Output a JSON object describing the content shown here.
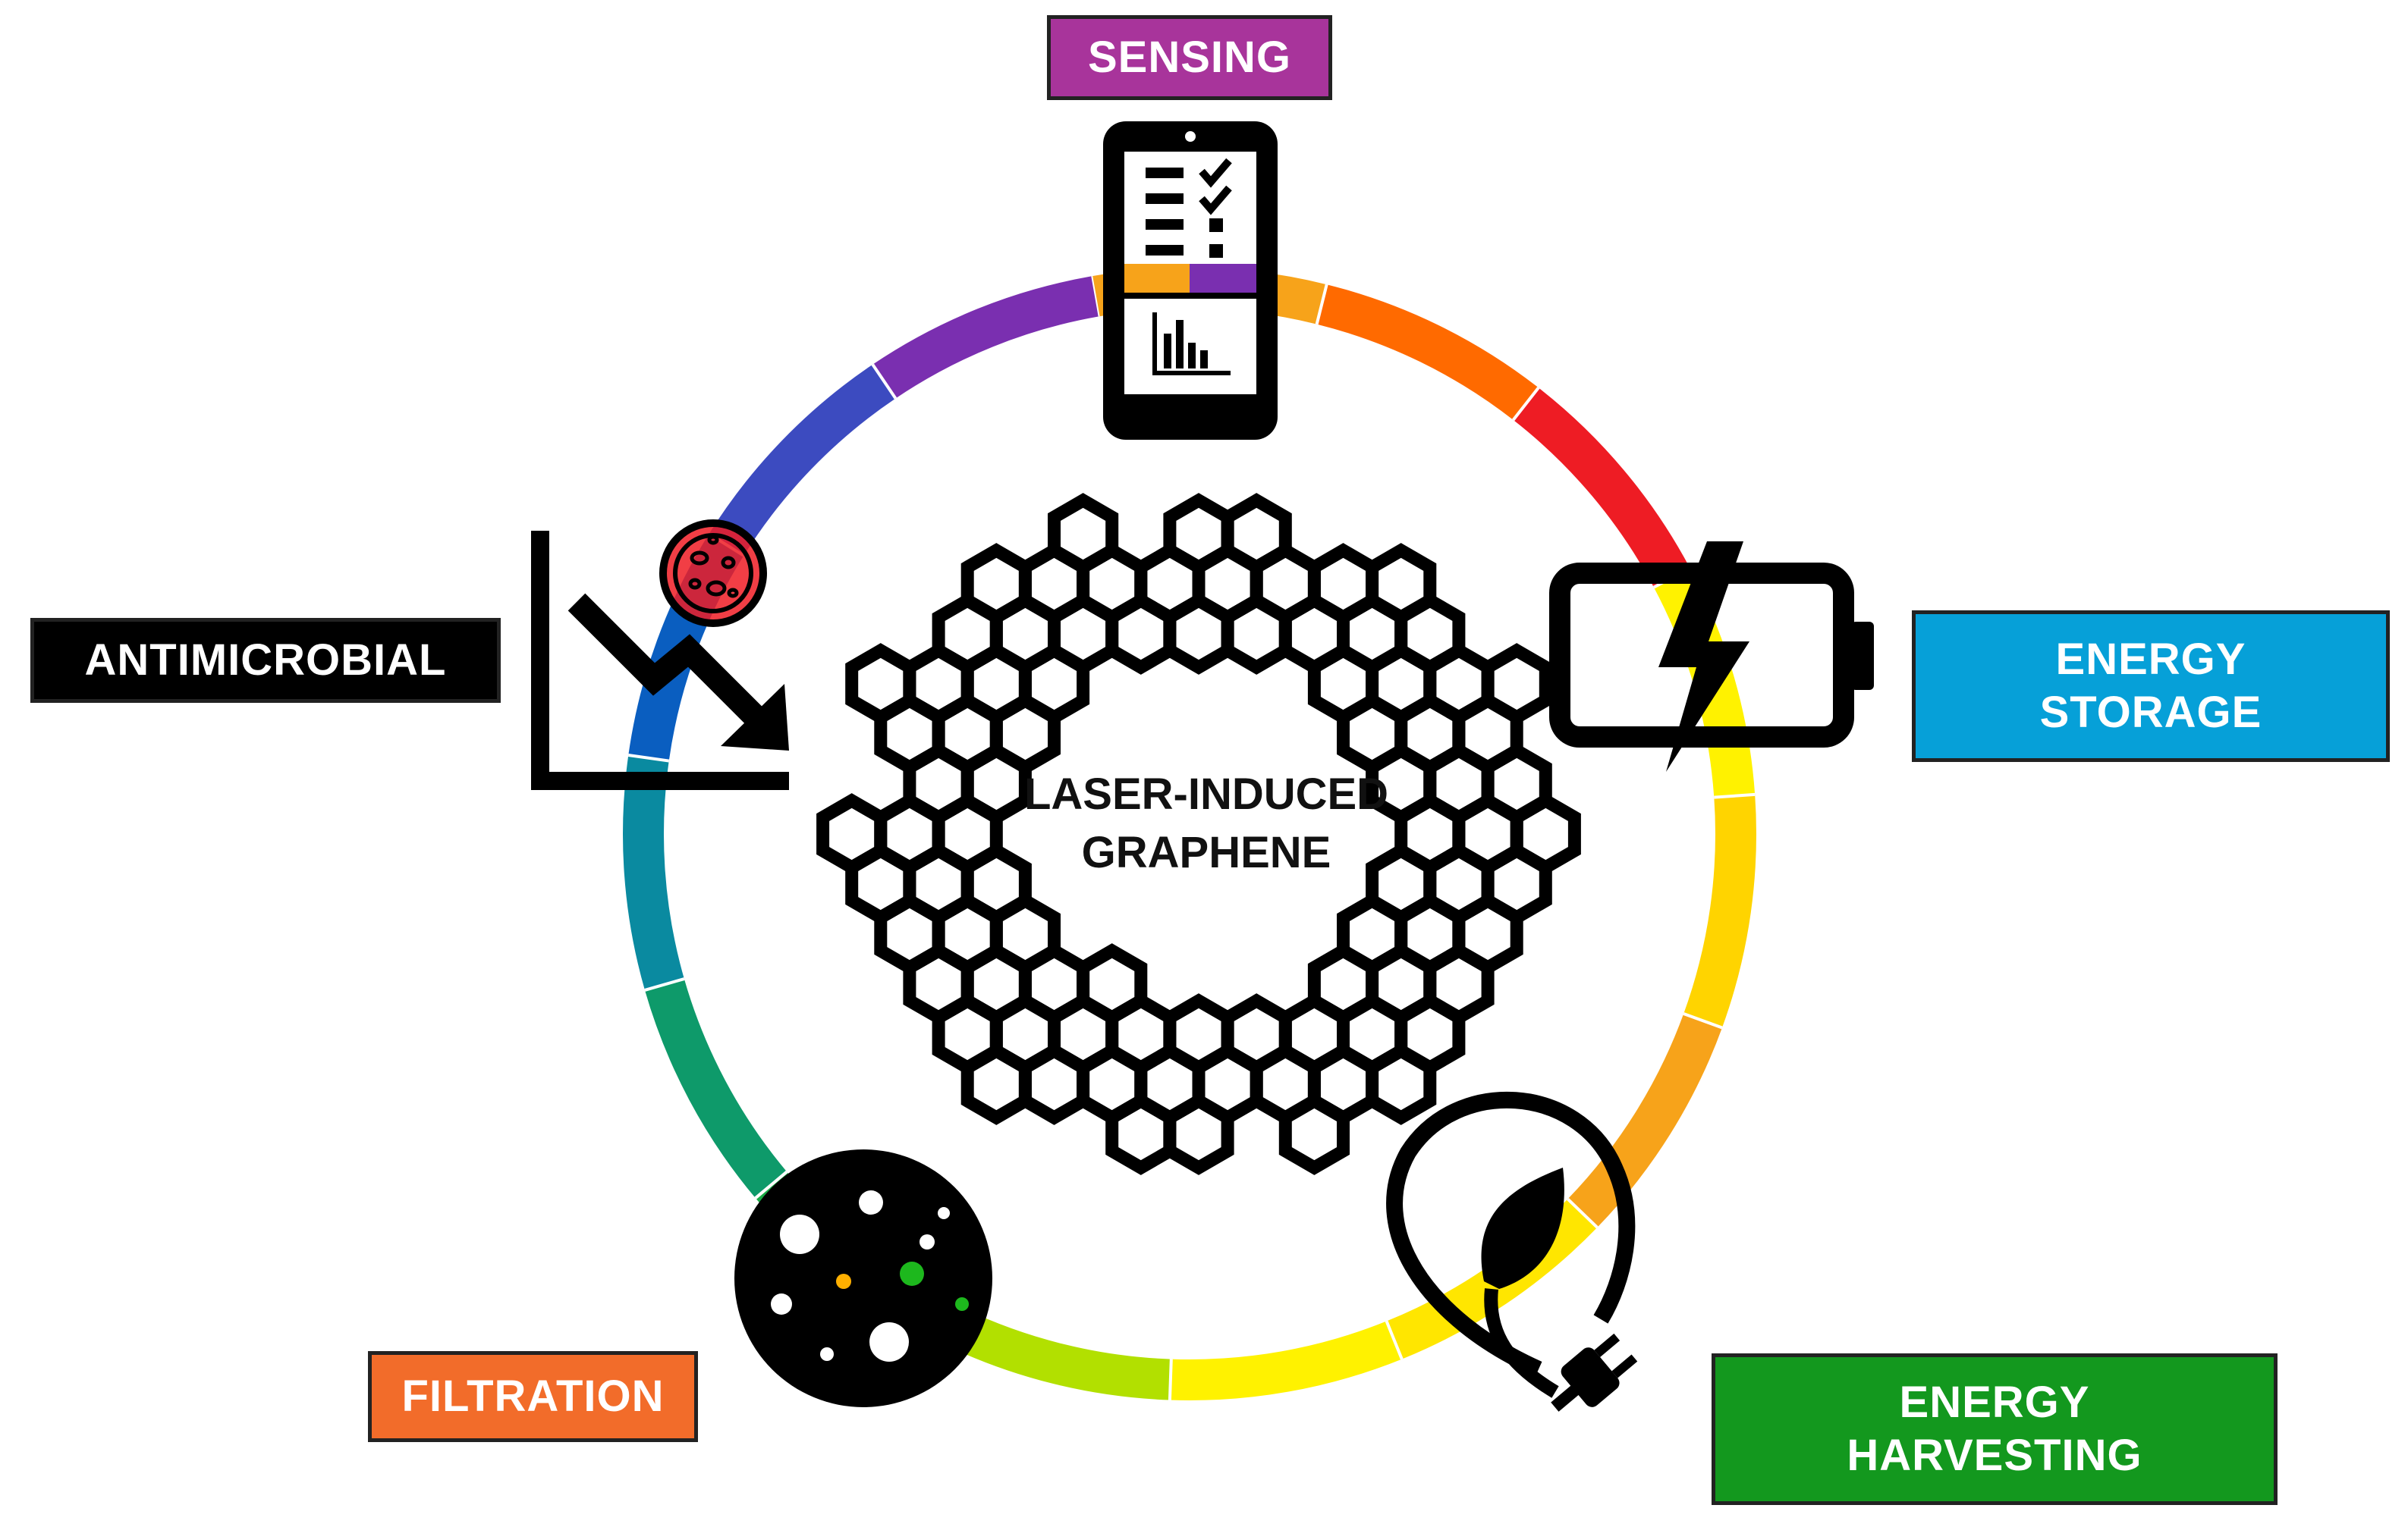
{
  "center": {
    "line1": "LASER-INDUCED",
    "line2": "GRAPHENE"
  },
  "labels": {
    "sensing": {
      "text": "SENSING",
      "color": "#A8349B"
    },
    "antimicrobial": {
      "text": "ANTIMICROBIAL",
      "color": "#000000"
    },
    "energy_storage": {
      "line1": "ENERGY",
      "line2": "STORAGE",
      "color": "#06A0D8"
    },
    "filtration": {
      "text": "FILTRATION",
      "color": "#F26C2A"
    },
    "energy_harvesting": {
      "line1": "ENERGY",
      "line2": "HARVESTING",
      "color": "#13981E"
    }
  },
  "ring_colors": [
    "#F7A31A",
    "#FF6A00",
    "#EE1C24",
    "#FFF200",
    "#FFD400",
    "#F7A31A",
    "#FFE600",
    "#FFF200",
    "#B2E000",
    "#1AAA45",
    "#0E9A6A",
    "#0A8AA0",
    "#0A5EC0",
    "#3C4BC0",
    "#7A2FB0"
  ],
  "icons": [
    "phone-checklist-icon",
    "battery-bolt-icon",
    "leaf-plug-icon",
    "porous-membrane-icon",
    "declining-chart-icon",
    "petri-dish-icon",
    "graphene-ring-icon"
  ]
}
